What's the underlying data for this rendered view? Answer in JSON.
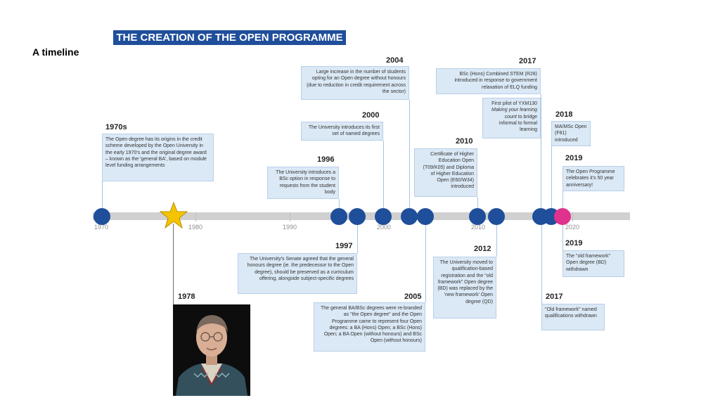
{
  "title": "THE CREATION OF THE OPEN PROGRAMME",
  "subtitle": "A timeline",
  "axis": {
    "ticks": [
      "1970",
      "1980",
      "1990",
      "2000",
      "2010",
      "2020"
    ]
  },
  "events": [
    {
      "year": "1970s",
      "text": "The Open degree has its origins in the credit scheme developed by the Open University in the early 1970's and the original degree award – known as the 'general BA', based on module level funding arrangements"
    },
    {
      "year": "1978"
    },
    {
      "year": "1996",
      "text": "The University introduces a BSc option in response to requests from the student body"
    },
    {
      "year": "1997",
      "text": "The University's Senate agreed that the general honours degree (ie. the predecessor to the Open degree), should be preserved as a curriculum offering, alongside subject-specific degrees"
    },
    {
      "year": "2000",
      "text": "The University introduces its first set of named degrees"
    },
    {
      "year": "2004",
      "text": "Large increase in the number of students opting for an Open degree without honours (due to reduction in credit requirement across the sector)"
    },
    {
      "year": "2005",
      "text": "The general BA/BSc degrees were re-branded as \"the Open degree\" and the Open Programme came to represent four Open degrees: a BA (Hons) Open; a BSc (Hons) Open; a BA Open (without honours) and BSc Open (without honours)"
    },
    {
      "year": "2010",
      "text": "Certificate of Higher Education Open (T09/K05) and Diploma of Higher Education Open (E60/W34) introduced"
    },
    {
      "year": "2012",
      "text": "The University moved to qualification-based registration and the \"old framework\" Open degree (BD) was replaced by the 'new framework' Open degree (QD)"
    },
    {
      "year": "2017",
      "text": "BSc (Hons) Combined STEM (R28) introduced in response to government relaxation of ELQ funding"
    },
    {
      "year": "",
      "text_a": "First pilot of YXM130 ",
      "text_b": "Making your learning count",
      "text_c": " to bridge informal to formal learning"
    },
    {
      "year": "2017",
      "text": "\"Old framework\" named qualifications withdrawn"
    },
    {
      "year": "2018",
      "text": "MA/MSc Open (F81) introduced"
    },
    {
      "year": "2019",
      "text": "The Open Programme celebrates it's 50 year anniversary!"
    },
    {
      "year": "2019",
      "text": "The \"old framework\" Open degree (BD) withdrawn"
    }
  ],
  "colors": {
    "dot": "#1f4e9a",
    "highlight": "#e0328c",
    "star": "#f5c400",
    "box": "#dbe8f5",
    "axis": "#d0d0d0"
  },
  "icons": {
    "milestone": "star-icon",
    "photo": "portrait-photo"
  }
}
